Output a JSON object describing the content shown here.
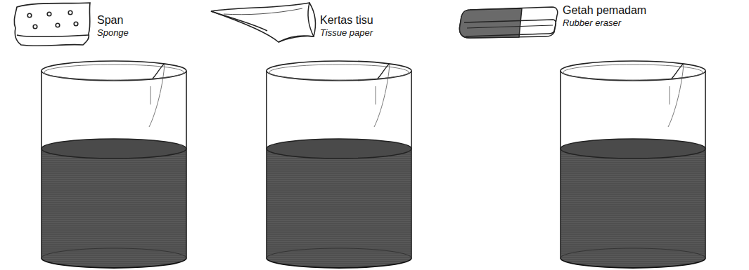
{
  "diagram": {
    "labels": [
      "Span",
      "Sponge",
      "Kertas tisu",
      "Tissue paper",
      "Getah pemadam",
      "Rubber eraser"
    ]
  }
}
